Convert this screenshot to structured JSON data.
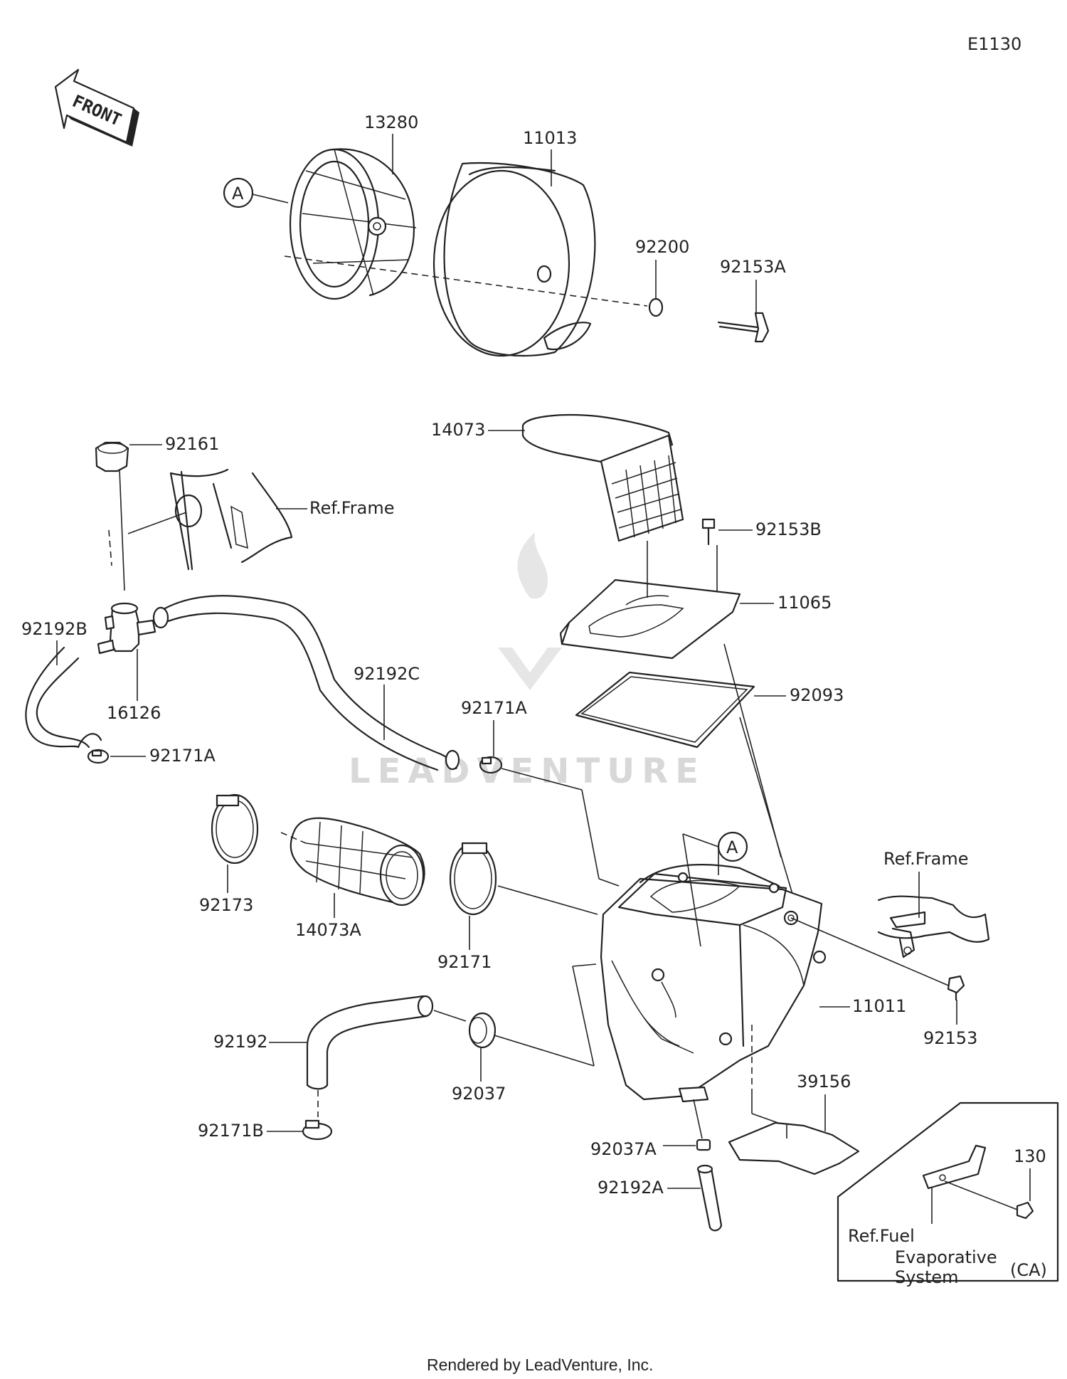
{
  "diagram_code": "E1130",
  "front_label": "FRONT",
  "watermark": "LEADVENTURE",
  "footer": "Rendered by LeadVenture, Inc.",
  "labels": {
    "p13280": "13280",
    "p11013": "11013",
    "p92200": "92200",
    "p92153A": "92153A",
    "pA_top": "A",
    "p14073": "14073",
    "p92161": "92161",
    "ref_frame_left": "Ref.Frame",
    "p92153B": "92153B",
    "p11065": "11065",
    "p92192B": "92192B",
    "p92192C": "92192C",
    "p16126": "16126",
    "p92171A_mid": "92171A",
    "p92093": "92093",
    "p92171A_left": "92171A",
    "pA_box": "A",
    "ref_frame_right": "Ref.Frame",
    "p92173": "92173",
    "p14073A": "14073A",
    "p92171": "92171",
    "p11011": "11011",
    "p92153": "92153",
    "p92192": "92192",
    "p92037": "92037",
    "p39156": "39156",
    "p92171B": "92171B",
    "p92037A": "92037A",
    "p92192A": "92192A",
    "p130": "130",
    "ref_fuel_1": "Ref.Fuel",
    "ref_fuel_2": "Evaporative",
    "ref_fuel_3": "System",
    "ca": "(CA)"
  }
}
